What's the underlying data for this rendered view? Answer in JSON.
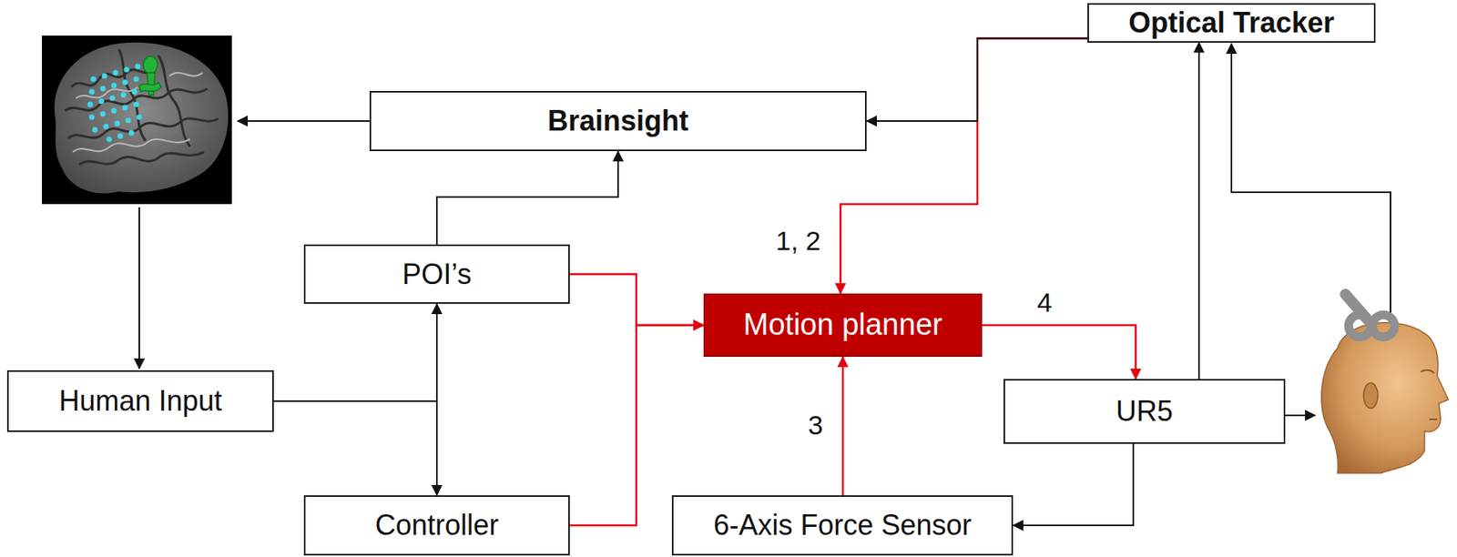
{
  "diagram": {
    "nodes": [
      {
        "text": [
          "Optical Tracker"
        ]
      },
      {
        "text": [
          "Brainsight"
        ]
      },
      {
        "text": [
          "POI’s"
        ]
      },
      {
        "text": [
          "Motion planner"
        ]
      },
      {
        "text": [
          "Human Input"
        ]
      },
      {
        "text": [
          "UR5"
        ]
      },
      {
        "text": [
          "Controller"
        ]
      },
      {
        "text": [
          "6-Axis Force Sensor"
        ]
      }
    ],
    "edges": [
      {
        "from": 0,
        "to": 1,
        "arrow": "to"
      },
      {
        "from": 0,
        "to": 3,
        "label": "1, 2",
        "arrow": "to"
      },
      {
        "from": 2,
        "to": 1,
        "arrow": "to"
      },
      {
        "from": 4,
        "to": 2,
        "arrow": "to"
      },
      {
        "from": 4,
        "to": 6,
        "arrow": "to"
      },
      {
        "from": 2,
        "to": 3,
        "arrow": "to"
      },
      {
        "from": 6,
        "to": 3,
        "arrow": "to"
      },
      {
        "from": 3,
        "to": 5,
        "label": "4",
        "arrow": "to"
      },
      {
        "from": 7,
        "to": 3,
        "label": "3",
        "arrow": "to"
      },
      {
        "from": 5,
        "to": 0,
        "arrow": "to"
      },
      {
        "from": 5,
        "to": 7,
        "arrow": "to"
      }
    ]
  }
}
